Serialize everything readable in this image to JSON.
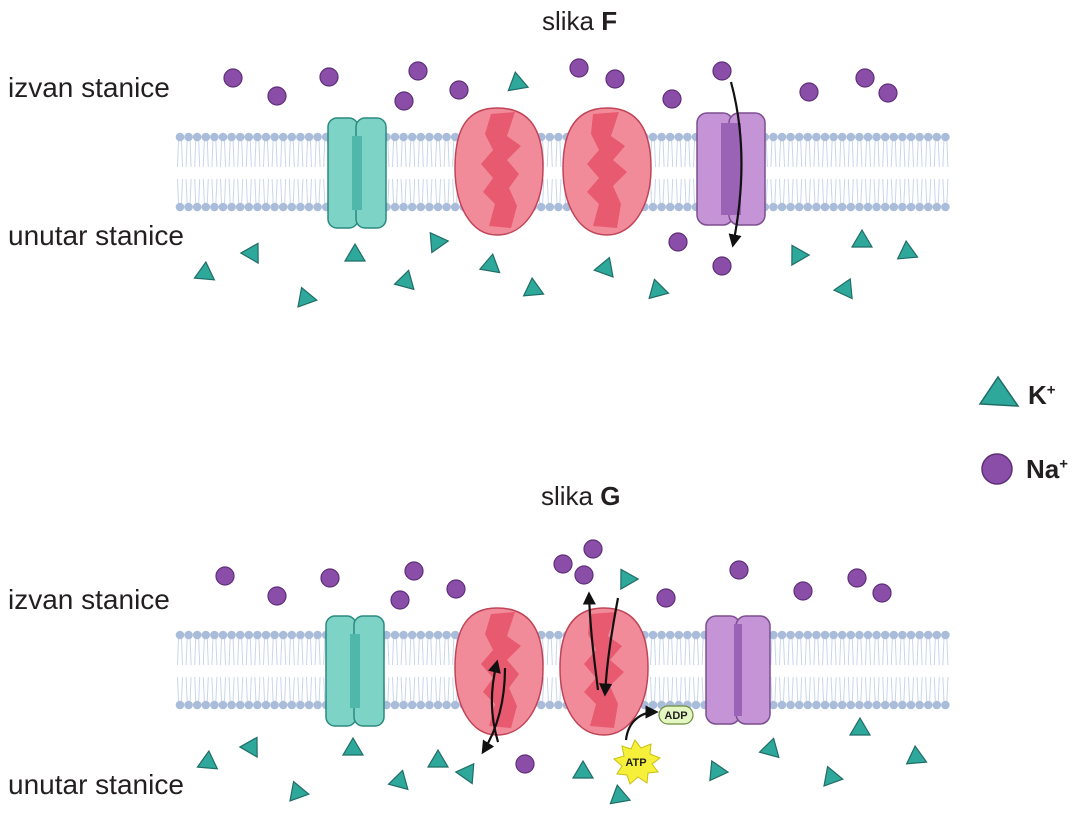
{
  "panel_f": {
    "title_prefix": "slika",
    "title_letter": "F",
    "outside_label": "izvan stanice",
    "inside_label": "unutar stanice"
  },
  "panel_g": {
    "title_prefix": "slika",
    "title_letter": "G",
    "outside_label": "izvan stanice",
    "inside_label": "unutar stanice",
    "atp_label": "ATP",
    "adp_label": "ADP"
  },
  "legend": {
    "potassium": {
      "symbol": "K",
      "charge": "+",
      "shape": "triangle",
      "color": "#2fa89c"
    },
    "sodium": {
      "symbol": "Na",
      "charge": "+",
      "shape": "circle",
      "color": "#8a4ea8"
    }
  },
  "colors": {
    "membrane_head": "#a9bcda",
    "membrane_tail": "#c9d6ea",
    "k_channel": "#7dd3c6",
    "na_k_pump": "#f28b99",
    "na_channel": "#c594d6",
    "atp_star": "#f7f03a",
    "adp_pill": "#e4f7c2"
  }
}
